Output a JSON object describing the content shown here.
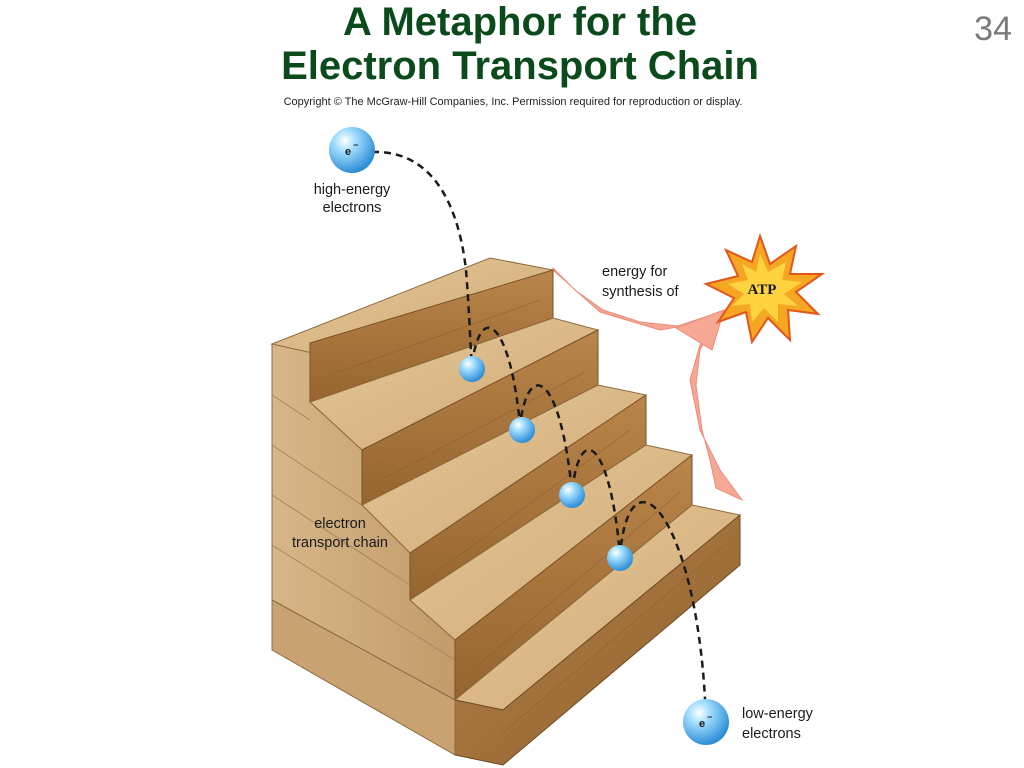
{
  "slide": {
    "title_line_1": "A Metaphor for the",
    "title_line_2": "Electron Transport Chain",
    "number": "34",
    "copyright": "Copyright © The McGraw-Hill Companies, Inc. Permission required for reproduction or display."
  },
  "diagram": {
    "electron_symbol": "e",
    "electron_charge": "−",
    "high_energy_label": [
      "high-energy",
      "electrons"
    ],
    "chain_label": [
      "electron",
      "transport chain"
    ],
    "energy_label": [
      "energy for",
      "synthesis of"
    ],
    "atp_label": "ATP",
    "low_energy_label": [
      "low-energy",
      "electrons"
    ]
  },
  "colors": {
    "title": "#0b4a1a",
    "wood_top": "#d9b98a",
    "wood_riser": "#a8773f",
    "wood_side": "#c9a678",
    "energy_fill": "#f7a895",
    "starburst": "#f5a623",
    "electron": "#5bb8ef"
  },
  "icons": [
    "electron-sphere-icon",
    "atp-starburst-icon",
    "wooden-staircase"
  ]
}
